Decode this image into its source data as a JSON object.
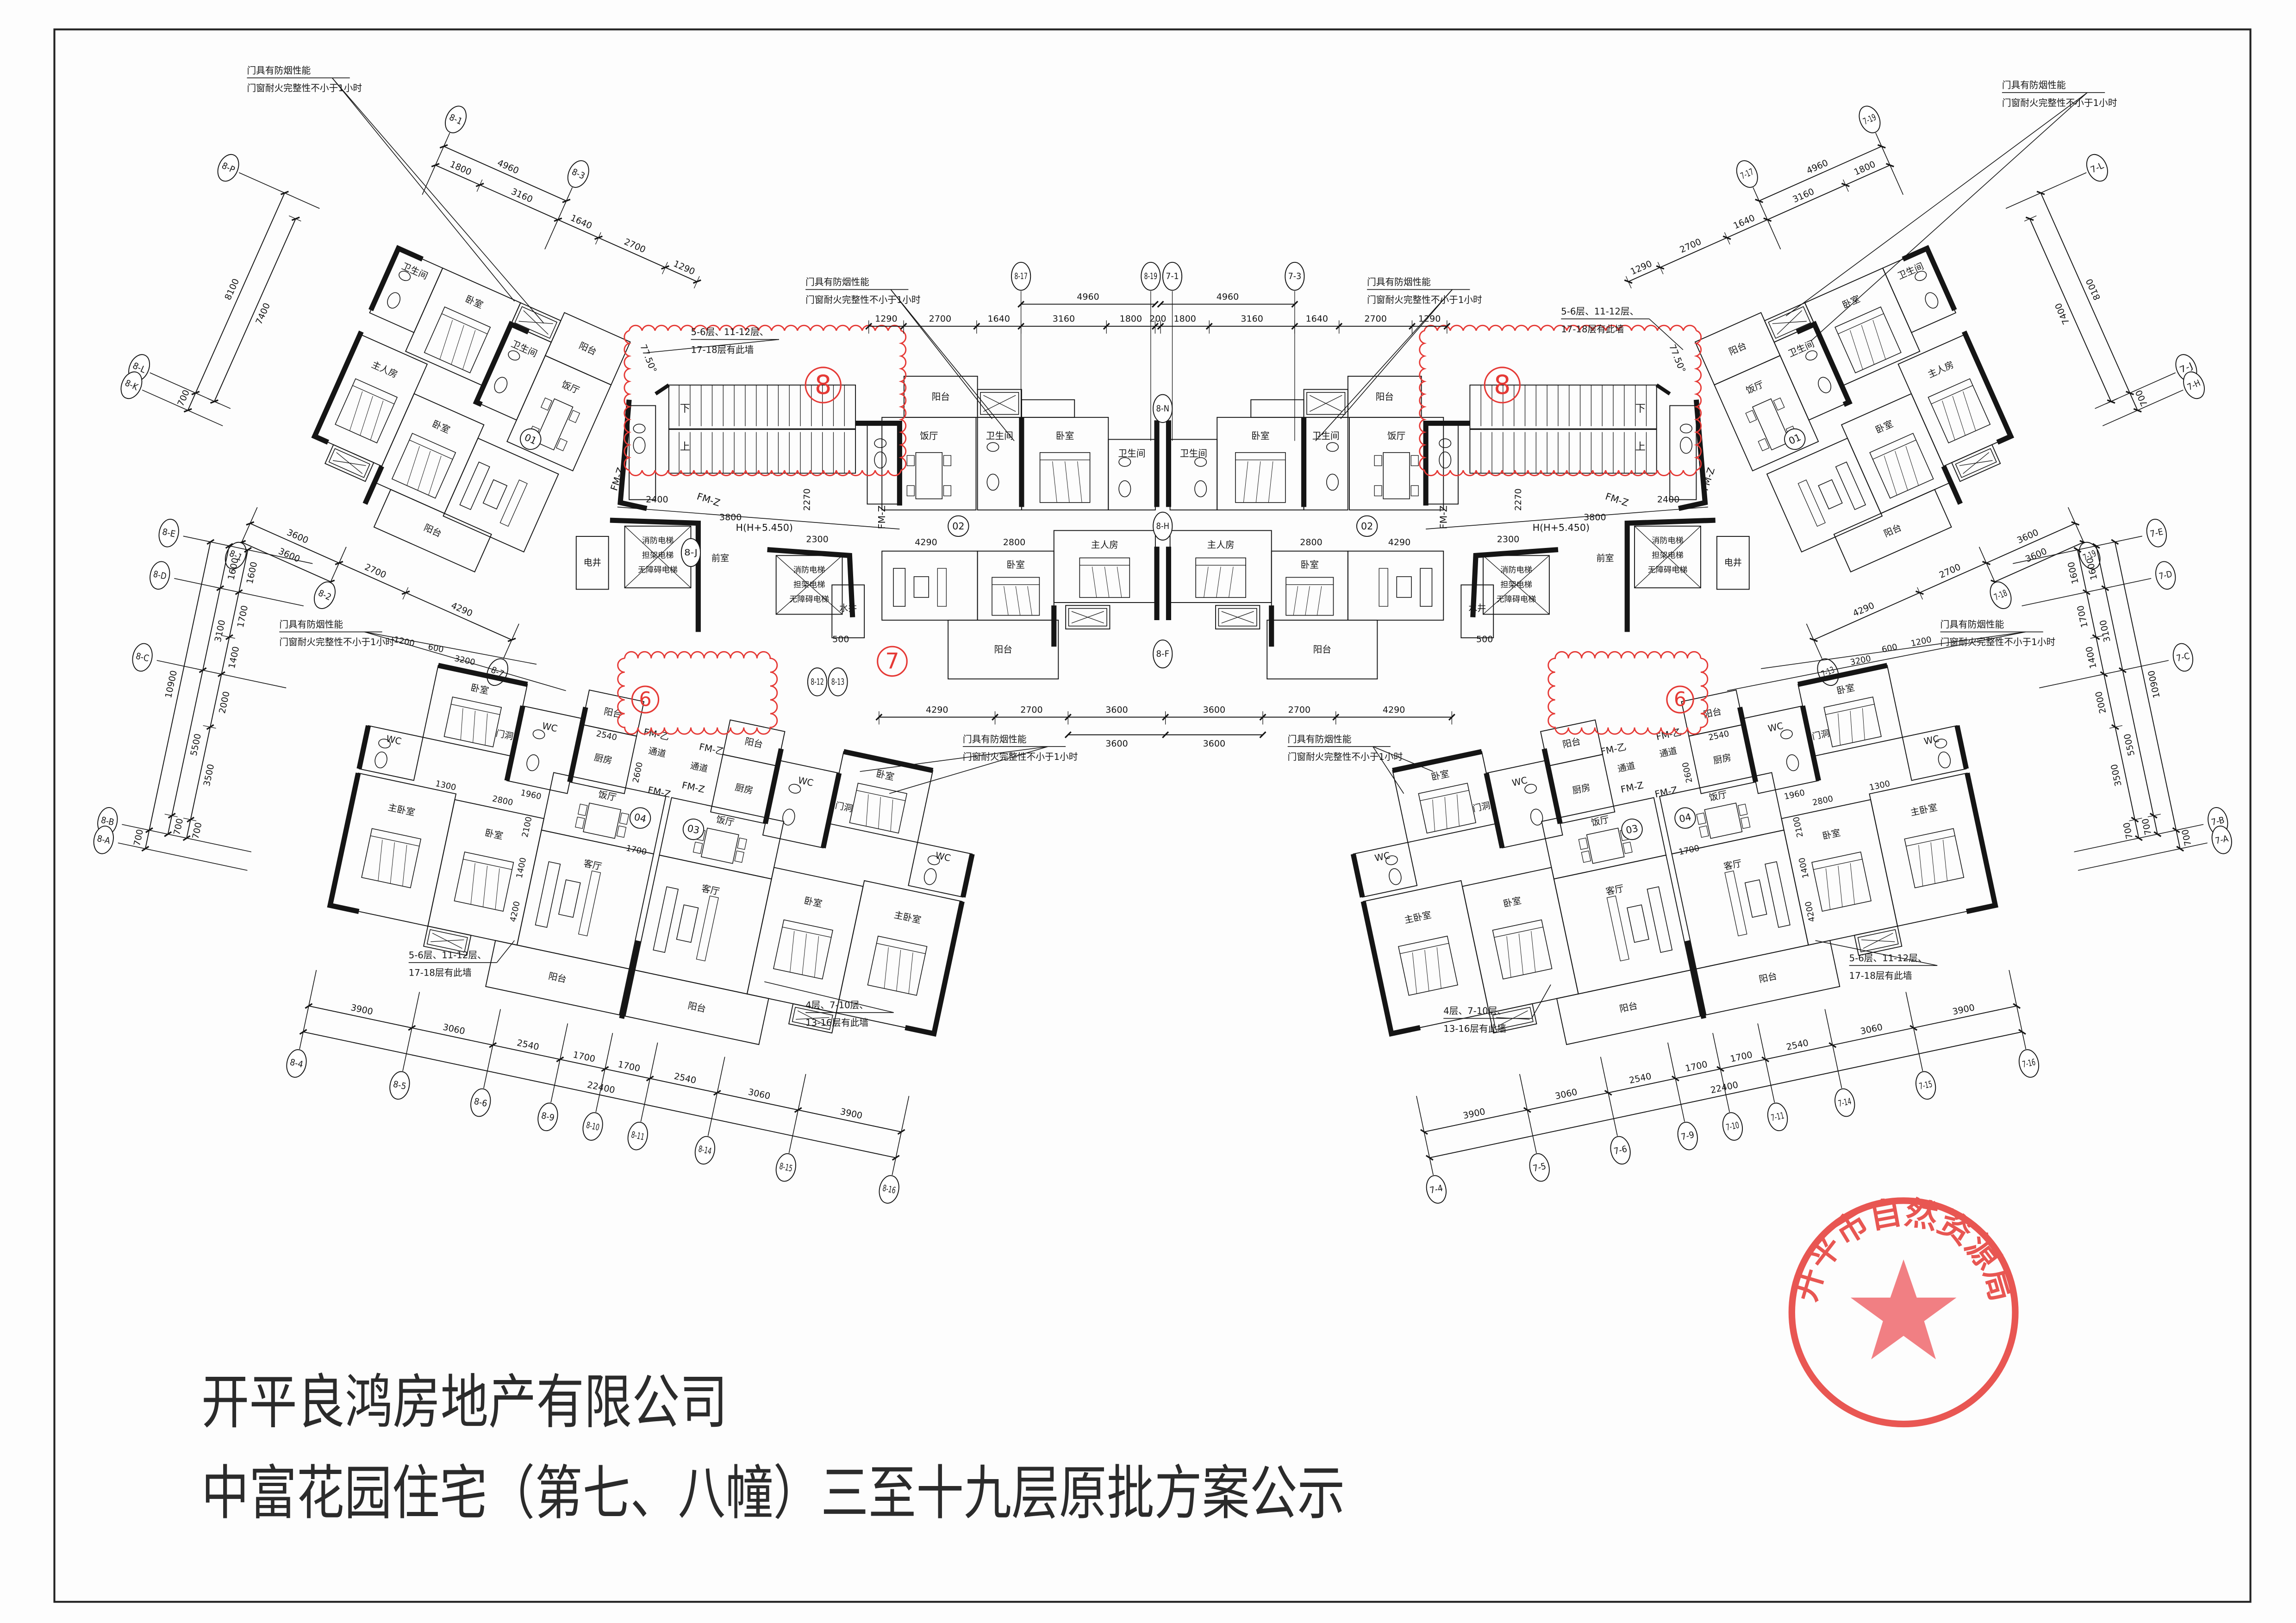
{
  "title": {
    "company": "开平良鸿房地产有限公司",
    "project": "中富花园住宅（第七、八幢）三至十九层原批方案公示"
  },
  "stamp": {
    "text": "开平市自然资源局",
    "color": "#e53935"
  },
  "colors": {
    "line": "#151515",
    "revision": "#e53935",
    "title": "#2b2b2b"
  },
  "notes": {
    "door_fire_1": "门具有防烟性能",
    "door_fire_2": "门窗耐火完整性不小于1小时",
    "wall_a_1": "5-6层、11-12层、",
    "wall_a_2": "17-18层有此墙",
    "wall_b_1": "4层、7-10层、",
    "wall_b_2": "13-16层有此墙",
    "elevation": "H(H+5.450)",
    "angle": "77.50°"
  },
  "rooms": {
    "balcony": "阳台",
    "dining": "饭厅",
    "bath": "卫生间",
    "bedroom": "卧室",
    "master": "主人房",
    "master_bedroom": "主卧室",
    "living": "客厅",
    "kitchen": "厨房",
    "wc": "WC",
    "door_opening": "门洞",
    "passage": "通道",
    "water_shaft": "水井",
    "electric_shaft": "电井",
    "lobby": "前室",
    "elevator": [
      "消防电梯",
      "担架电梯",
      "无障碍电梯"
    ],
    "up": "上",
    "down": "下"
  },
  "doors": {
    "fm_z": "FM-Z",
    "fm_yi": "FM-乙"
  },
  "units": [
    "01",
    "02",
    "03",
    "04"
  ],
  "revisions": {
    "stair": "8",
    "lobby": "7",
    "kitchen": "6"
  },
  "center": {
    "dims_overall": [
      "4960",
      "4960"
    ],
    "dims_detail": [
      "1290",
      "2700",
      "1640",
      "3160",
      "1800",
      "200",
      "1800",
      "3160",
      "1640",
      "2700",
      "1290"
    ],
    "dims_lower": [
      "4290",
      "2700",
      "3600",
      "3600",
      "2700",
      "4290"
    ],
    "dims_lower_row2": [
      "3600",
      "3600"
    ],
    "dims_interior": [
      "4290",
      "2800"
    ],
    "axes_top": [
      "8-17",
      "8-19",
      "7-1",
      "7-3"
    ],
    "axes_mid": [
      "8-N",
      "8-H",
      "8-F"
    ]
  },
  "core": {
    "dims": [
      "2400",
      "3800",
      "2300",
      "2270",
      "500"
    ],
    "axes": [
      "8-J",
      "8-12",
      "8-13"
    ]
  },
  "upper_dims": {
    "detail": [
      "1800",
      "3160",
      "1640",
      "2700",
      "1290"
    ],
    "overall": [
      "4960"
    ],
    "side_outer": [
      "8100",
      "700"
    ],
    "side_inner": [
      "7400"
    ],
    "bottom_row1": [
      "3600",
      "2700",
      "4290"
    ],
    "bottom_row2": [
      "3600"
    ]
  },
  "lower_dims": {
    "bottom": [
      "3900",
      "3060",
      "2540",
      "1700",
      "1700",
      "2540",
      "3060",
      "3900"
    ],
    "total": [
      "22400"
    ],
    "side_outer": [
      "10900",
      "700"
    ],
    "side_mid": [
      "1600",
      "3100",
      "5500",
      "700"
    ],
    "side_inner": [
      "1600",
      "1700",
      "1400",
      "2000",
      "3500",
      "700"
    ],
    "interior": [
      "1200",
      "600",
      "3200",
      "1960",
      "2600",
      "2540",
      "1700",
      "2100",
      "1400",
      "4200",
      "1300",
      "2800"
    ]
  },
  "wings": {
    "left": {
      "upper_axes_top": [
        "8-1",
        "8-3"
      ],
      "upper_axes_side": [
        "8-P",
        "8-L",
        "8-K"
      ],
      "upper_axes_bottom": [
        "8-1",
        "8-2",
        "8-7"
      ],
      "lower_axes_side": [
        "8-E",
        "8-D",
        "8-C",
        "8-B",
        "8-A"
      ],
      "lower_axes_bottom": [
        "8-4",
        "8-5",
        "8-6",
        "8-9",
        "8-10",
        "8-11",
        "8-14",
        "8-15",
        "8-16"
      ]
    },
    "right": {
      "upper_axes_top": [
        "7-19",
        "7-17"
      ],
      "upper_axes_side": [
        "7-L",
        "7-J",
        "7-H"
      ],
      "upper_axes_bottom": [
        "7-19",
        "7-18",
        "7-13"
      ],
      "lower_axes_side": [
        "7-E",
        "7-D",
        "7-C",
        "7-B",
        "7-A"
      ],
      "lower_axes_bottom": [
        "7-4",
        "7-5",
        "7-6",
        "7-9",
        "7-10",
        "7-11",
        "7-14",
        "7-15",
        "7-16"
      ]
    }
  }
}
